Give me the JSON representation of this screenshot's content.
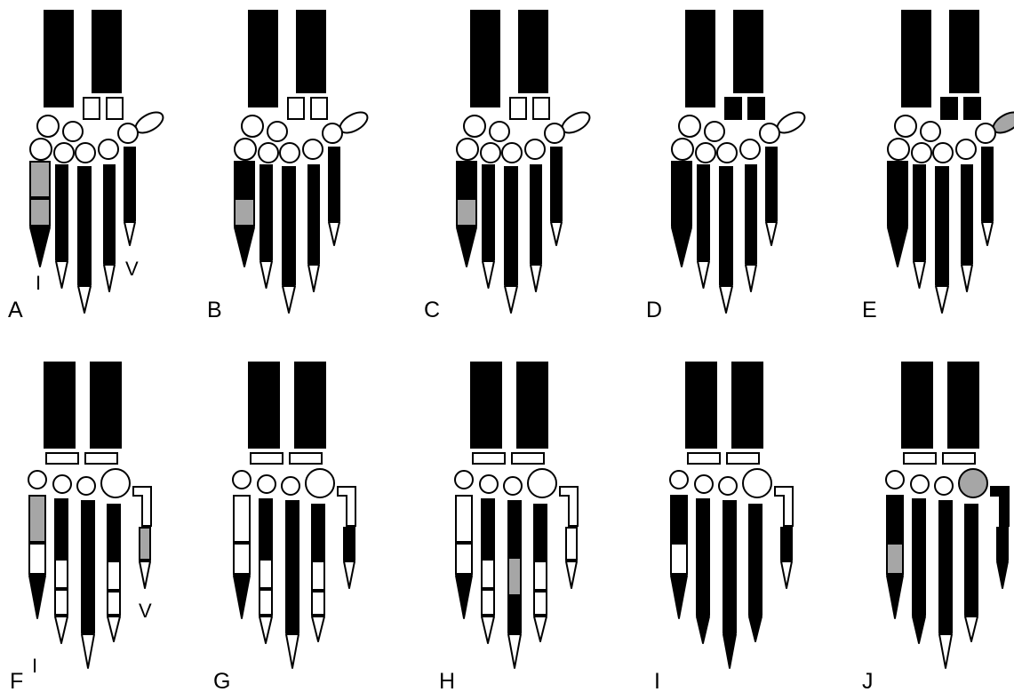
{
  "colors": {
    "black": "#000000",
    "white": "#ffffff",
    "gray": "#a6a6a6",
    "line": "#000000"
  },
  "panel_labels": [
    "A",
    "B",
    "C",
    "D",
    "E",
    "F",
    "G",
    "H",
    "I",
    "J"
  ],
  "digit_labels": {
    "first": "I",
    "fifth": "V"
  },
  "panels": [
    {
      "id": "A",
      "layout": "top",
      "distal_carpals": "white",
      "ulnare": "white",
      "digits": [
        [
          "gray",
          "gray",
          "black"
        ],
        [
          "black",
          "black",
          "white"
        ],
        [
          "black",
          "black",
          "black",
          "white"
        ],
        [
          "black",
          "black",
          "white"
        ],
        [
          "black",
          "black",
          "white"
        ]
      ],
      "show_digit_labels": true
    },
    {
      "id": "B",
      "layout": "top",
      "distal_carpals": "white",
      "ulnare": "white",
      "digits": [
        [
          "black",
          "gray",
          "black"
        ],
        [
          "black",
          "black",
          "white"
        ],
        [
          "black",
          "black",
          "black",
          "white"
        ],
        [
          "black",
          "black",
          "white"
        ],
        [
          "black",
          "black",
          "white"
        ]
      ],
      "show_digit_labels": false
    },
    {
      "id": "C",
      "layout": "top",
      "distal_carpals": "white",
      "ulnare": "white",
      "digits": [
        [
          "black",
          "gray",
          "black"
        ],
        [
          "black",
          "black",
          "white"
        ],
        [
          "black",
          "black",
          "black",
          "white"
        ],
        [
          "black",
          "black",
          "white"
        ],
        [
          "black",
          "black",
          "white"
        ]
      ],
      "show_digit_labels": false
    },
    {
      "id": "D",
      "layout": "top",
      "distal_carpals": "black",
      "ulnare": "white",
      "digits": [
        [
          "black",
          "black",
          "black"
        ],
        [
          "black",
          "black",
          "white"
        ],
        [
          "black",
          "black",
          "black",
          "white"
        ],
        [
          "black",
          "black",
          "white"
        ],
        [
          "black",
          "black",
          "white"
        ]
      ],
      "show_digit_labels": false
    },
    {
      "id": "E",
      "layout": "top",
      "distal_carpals": "black",
      "ulnare": "gray",
      "digits": [
        [
          "black",
          "black",
          "black"
        ],
        [
          "black",
          "black",
          "white"
        ],
        [
          "black",
          "black",
          "black",
          "white"
        ],
        [
          "black",
          "black",
          "white"
        ],
        [
          "black",
          "black",
          "white"
        ]
      ],
      "show_digit_labels": false
    },
    {
      "id": "F",
      "layout": "bottom",
      "pisiform": "white",
      "hook": "white",
      "digits": [
        [
          "gray",
          "white",
          "black"
        ],
        [
          "black",
          "white",
          "white",
          "white"
        ],
        [
          "black",
          "black",
          "black",
          "white"
        ],
        [
          "black",
          "white",
          "white",
          "white"
        ],
        [
          "gray",
          "white"
        ]
      ],
      "show_digit_labels": true
    },
    {
      "id": "G",
      "layout": "bottom",
      "pisiform": "white",
      "hook": "white",
      "digits": [
        [
          "white",
          "white",
          "black"
        ],
        [
          "black",
          "white",
          "white",
          "white"
        ],
        [
          "black",
          "black",
          "black",
          "white"
        ],
        [
          "black",
          "white",
          "white",
          "white"
        ],
        [
          "black",
          "white"
        ]
      ],
      "show_digit_labels": false
    },
    {
      "id": "H",
      "layout": "bottom",
      "pisiform": "white",
      "hook": "white",
      "digits": [
        [
          "white",
          "white",
          "black"
        ],
        [
          "black",
          "white",
          "white",
          "white"
        ],
        [
          "black",
          "gray",
          "black",
          "white"
        ],
        [
          "black",
          "white",
          "white",
          "white"
        ],
        [
          "white",
          "white"
        ]
      ],
      "show_digit_labels": false
    },
    {
      "id": "I",
      "layout": "bottom",
      "pisiform": "white",
      "hook": "white",
      "digits": [
        [
          "black",
          "white",
          "black"
        ],
        [
          "black",
          "black",
          "black",
          "black"
        ],
        [
          "black",
          "black",
          "black",
          "black"
        ],
        [
          "black",
          "black",
          "black",
          "black"
        ],
        [
          "black",
          "white"
        ]
      ],
      "show_digit_labels": false
    },
    {
      "id": "J",
      "layout": "bottom",
      "pisiform": "gray",
      "hook": "black",
      "digits": [
        [
          "black",
          "gray",
          "black"
        ],
        [
          "black",
          "black",
          "black",
          "black"
        ],
        [
          "black",
          "black",
          "black",
          "white"
        ],
        [
          "black",
          "black",
          "black",
          "white"
        ],
        [
          "black",
          "black"
        ]
      ],
      "show_digit_labels": false
    }
  ]
}
